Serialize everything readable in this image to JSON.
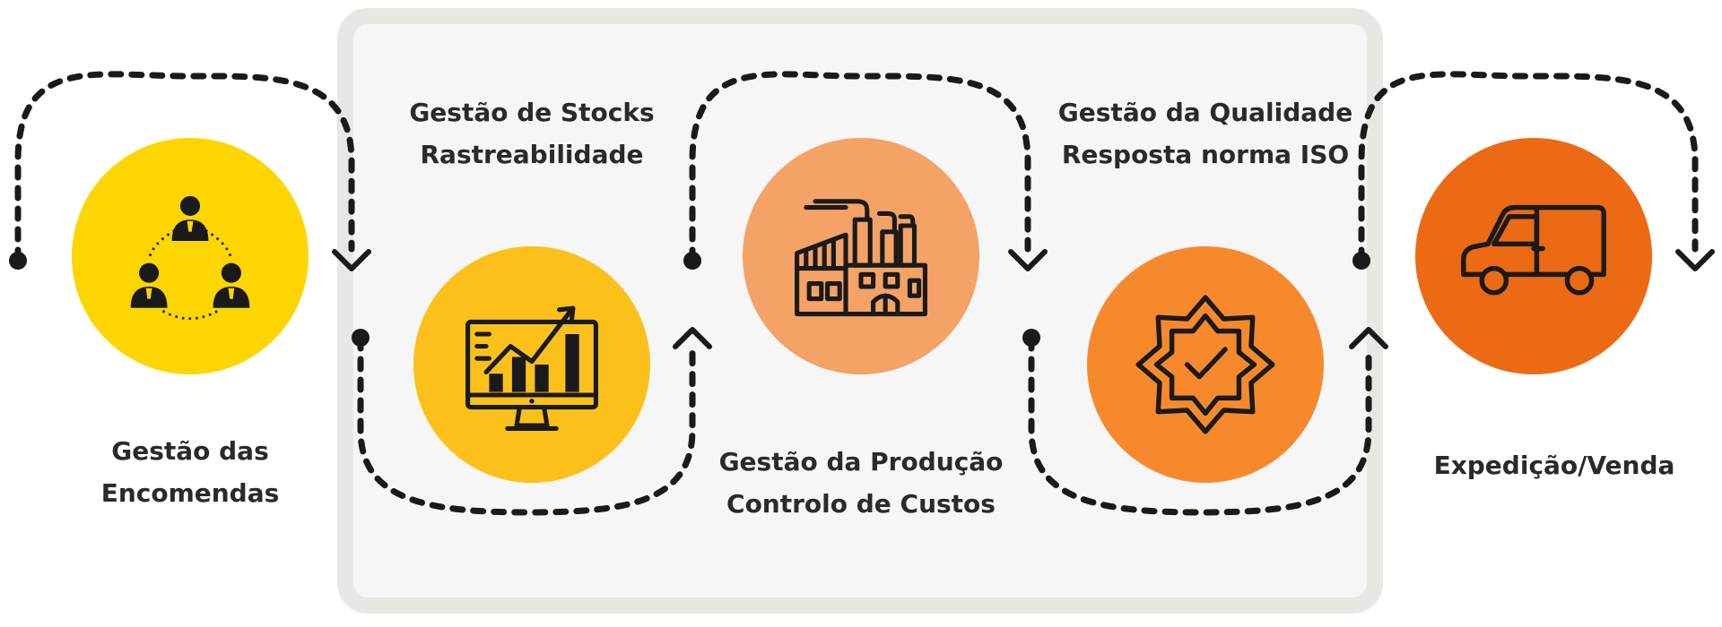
{
  "colors": {
    "stage1": "#fdd500",
    "stage2": "#fbc11a",
    "stage3": "#f4a266",
    "stage4": "#f7892d",
    "stage5": "#ec6a14",
    "ink": "#1a1a1a"
  },
  "steps": [
    {
      "line1": "Gestão das",
      "line2": "Encomendas",
      "icon": "people-network-icon"
    },
    {
      "line1": "Gestão de Stocks",
      "line2": "Rastreabilidade",
      "icon": "growth-chart-monitor-icon"
    },
    {
      "line1": "Gestão da Produção",
      "line2": "Controlo de Custos",
      "icon": "factory-icon"
    },
    {
      "line1": "Gestão da Qualidade",
      "line2": "Resposta norma ISO",
      "icon": "quality-badge-icon"
    },
    {
      "line1": "Expedição/Venda",
      "line2": "",
      "icon": "delivery-van-icon"
    }
  ]
}
